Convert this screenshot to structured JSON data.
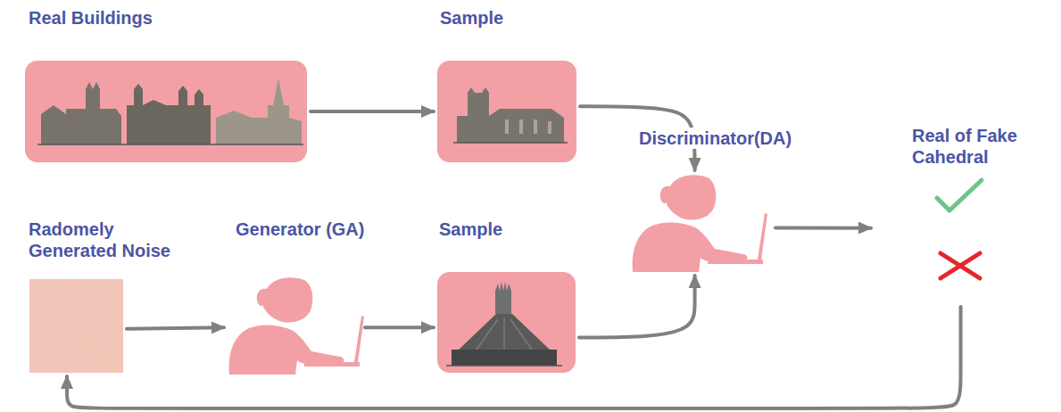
{
  "diagram": {
    "nodes": [
      {
        "text": [
          "Real Buildings"
        ]
      },
      {
        "text": [
          "Sample"
        ]
      },
      {
        "text": [
          "Discriminator(DA)"
        ]
      },
      {
        "text": [
          "Real of Fake Cahedral"
        ]
      },
      {
        "text": [
          "Radomely Generated Noise"
        ]
      },
      {
        "text": [
          "Generator (GA)"
        ]
      },
      {
        "text": [
          "Sample"
        ]
      }
    ],
    "edges": [
      {
        "from": 0,
        "to": 1,
        "arrow": "to"
      },
      {
        "from": 1,
        "to": 2,
        "arrow": "to"
      },
      {
        "from": 2,
        "to": 3,
        "arrow": "to"
      },
      {
        "from": 3,
        "to": 4,
        "arrow": "to"
      },
      {
        "from": 4,
        "to": 5,
        "arrow": "to"
      },
      {
        "from": 5,
        "to": 6,
        "arrow": "to"
      },
      {
        "from": 6,
        "to": 2,
        "arrow": "to"
      }
    ]
  }
}
